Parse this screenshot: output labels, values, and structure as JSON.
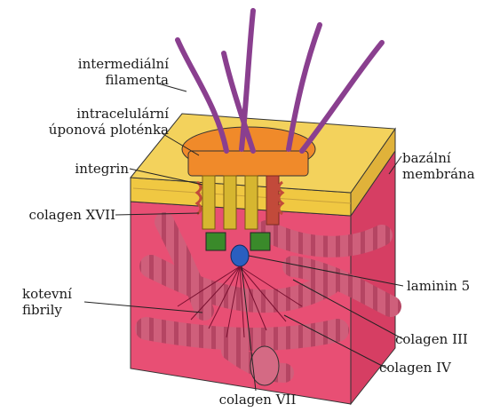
{
  "labels": {
    "intermediate_filaments": [
      "intermediální",
      "filamenta"
    ],
    "intracellular_plaque": [
      "intracelulární",
      "úponová ploténka"
    ],
    "integrin": "integrin",
    "collagen_xvii": "colagen XVII",
    "basal_membrane": [
      "bazální",
      "membrána"
    ],
    "laminin_5": "laminin 5",
    "anchoring_fibrils": [
      "kotevní",
      "fibrily"
    ],
    "collagen_iii": "colagen III",
    "collagen_iv": "colagen IV",
    "collagen_vii": "colagen VII"
  },
  "colors": {
    "dermis_front": "#e84f74",
    "dermis_side": "#d63e63",
    "membrane_top": "#f3d25c",
    "membrane_front": "#f0c842",
    "membrane_side": "#e0b23a",
    "plaque": "#f08a2a",
    "filament": "#8a3f8f",
    "collagen": "#cf5f7b",
    "collagen_stripe": "#b54563",
    "integrin_coil": "#d6b630",
    "laminin": "#2a5fc0",
    "anchor_base": "#3a8a2a",
    "lines": "#222222"
  }
}
